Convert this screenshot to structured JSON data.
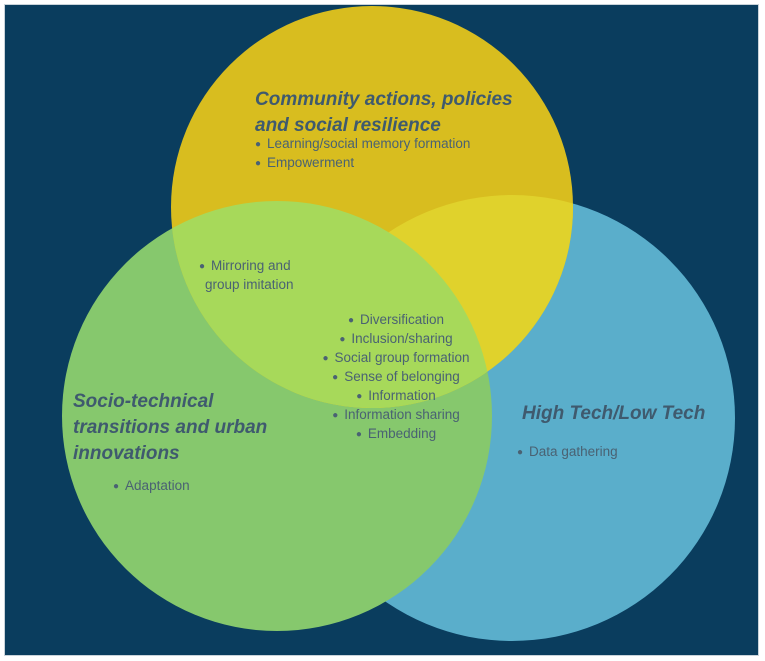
{
  "colors": {
    "background": "#0a3d5e",
    "community_circle": "#d8bd1f",
    "socio_circle": "#86c86d",
    "hightech_circle": "#5aaecb",
    "overlap_green": "#a7d95a",
    "overlap_yellow": "#e0d22c",
    "text": "#4a6273"
  },
  "circles": {
    "community": {
      "title_line1": "Community actions, policies",
      "title_line2": "and social resilience",
      "items": [
        "Learning/social memory formation",
        "Empowerment"
      ]
    },
    "socio_technical": {
      "title_line1": "Socio-technical",
      "title_line2": "transitions and urban",
      "title_line3": "innovations",
      "items": [
        "Adaptation"
      ]
    },
    "high_tech": {
      "title": "High Tech/Low Tech",
      "items": [
        "Data gathering"
      ]
    }
  },
  "overlaps": {
    "community_socio": {
      "item_line1": "Mirroring and",
      "item_line2": "group imitation"
    },
    "all_three": {
      "items": [
        "Diversification",
        "Inclusion/sharing",
        "Social group formation",
        "Sense of belonging",
        "Information",
        "Information sharing",
        "Embedding"
      ]
    }
  }
}
